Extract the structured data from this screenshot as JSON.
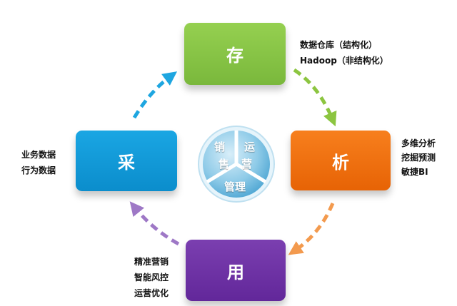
{
  "stages": {
    "cun": {
      "label": "存",
      "color": "#8cc540",
      "notes": [
        "数据仓库（结构化）",
        "Hadoop（非结构化）"
      ]
    },
    "xi": {
      "label": "析",
      "color": "#f26f10",
      "notes": [
        "多维分析",
        "挖掘预测",
        "敏捷BI"
      ]
    },
    "yong": {
      "label": "用",
      "color": "#6f33a5",
      "notes": [
        "精准营销",
        "智能风控",
        "运营优化"
      ]
    },
    "cai": {
      "label": "采",
      "color": "#15a0df",
      "notes": [
        "业务数据",
        "行为数据"
      ]
    }
  },
  "center": {
    "segments": [
      "销售",
      "运营",
      "管理"
    ],
    "chars": {
      "xiao": "销",
      "shou": "售",
      "yun": "运",
      "ying": "营",
      "guan_li": "管理"
    }
  },
  "arrow_colors": {
    "cai_to_cun": "#1ea6e0",
    "cun_to_xi": "#8cc540",
    "xi_to_yong": "#f39a4e",
    "yong_to_cai": "#9e78c6"
  }
}
